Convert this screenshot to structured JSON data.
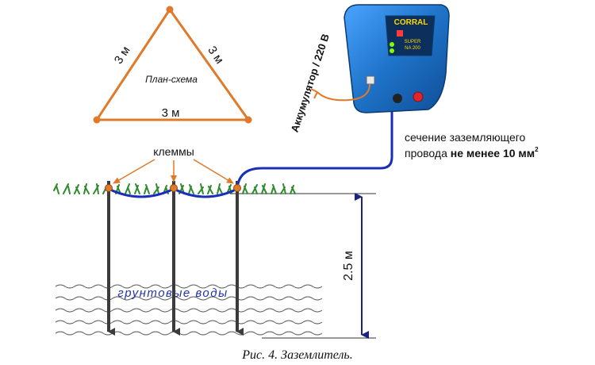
{
  "plan": {
    "title": "План-схема",
    "side_left": "3 м",
    "side_right": "3 м",
    "side_bottom": "3 м"
  },
  "device": {
    "brand": "CORRAL",
    "model_line1": "SUPER",
    "model_line2": "NA 200",
    "power_label": "Аккумулятор / 220 В"
  },
  "wire": {
    "label_line1": "сечение заземляющего",
    "label_line2_normal": "провода ",
    "label_line2_bold": "не менее 10 мм",
    "label_sup": "2"
  },
  "terminals_label": "клеммы",
  "depth_label": "2.5 м",
  "groundwater_label": "грунтовые воды",
  "caption": "Рис. 4. Заземлитель.",
  "colors": {
    "orange": "#e07a2a",
    "wire": "#1a2fb8",
    "rod": "#3b3b3b",
    "device": "#1e73c8",
    "grass": "#2e8b2e",
    "water_text": "#2233aa"
  }
}
